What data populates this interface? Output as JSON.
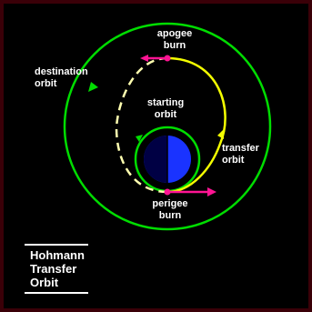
{
  "labels": {
    "apogee_burn": [
      "apogee",
      "burn"
    ],
    "destination_orbit": [
      "destination",
      "orbit"
    ],
    "starting_orbit": [
      "starting",
      "orbit"
    ],
    "transfer_orbit": [
      "transfer",
      "orbit"
    ],
    "perigee_burn": [
      "perigee",
      "burn"
    ]
  },
  "title_lines": [
    "Hohmann",
    "Transfer",
    "Orbit"
  ],
  "colors": {
    "background": "#000000",
    "border": "#3a0008",
    "orbit": "#00dd00",
    "transfer": "#f4ff00",
    "dashed": "#ffffb0",
    "burn": "#ff1493",
    "planet_light": "#1a33ff",
    "planet_dark": "#000044",
    "text": "#ffffff"
  }
}
